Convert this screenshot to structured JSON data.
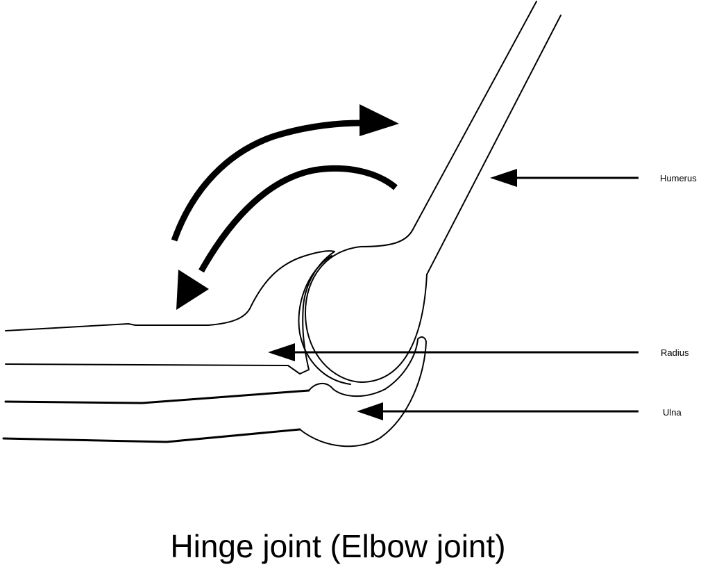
{
  "title": "Hinge joint (Elbow joint)",
  "labels": {
    "humerus": "Humerus",
    "radius": "Radius",
    "ulna": "Ulna"
  },
  "colors": {
    "line": "#000000",
    "background": "#ffffff"
  }
}
